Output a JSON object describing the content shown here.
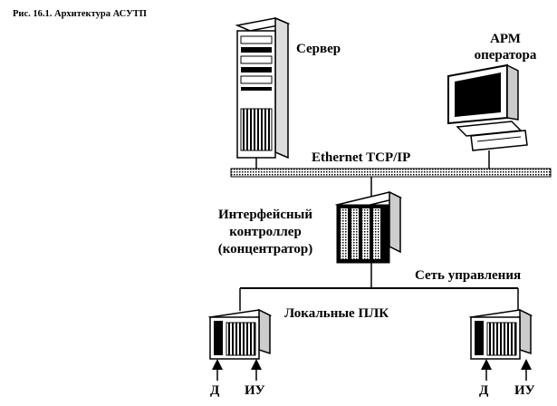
{
  "caption": "Рис. 16.1. Архитектура АСУТП",
  "labels": {
    "server": "Сервер",
    "arm_line1": "АРМ",
    "arm_line2": "оператора",
    "ethernet": "Ethernet TCP/IP",
    "iface_line1": "Интерфейсный",
    "iface_line2": "контроллер",
    "iface_line3": "(концентратор)",
    "control_net": "Сеть управления",
    "local_plc": "Локальные ПЛК",
    "d_left": "Д",
    "iu_left": "ИУ",
    "d_right": "Д",
    "iu_right": "ИУ"
  },
  "icons": {
    "server": "server-tower-icon",
    "workstation": "operator-workstation-icon",
    "concentrator": "interface-controller-icon",
    "plc": "plc-rack-icon"
  }
}
